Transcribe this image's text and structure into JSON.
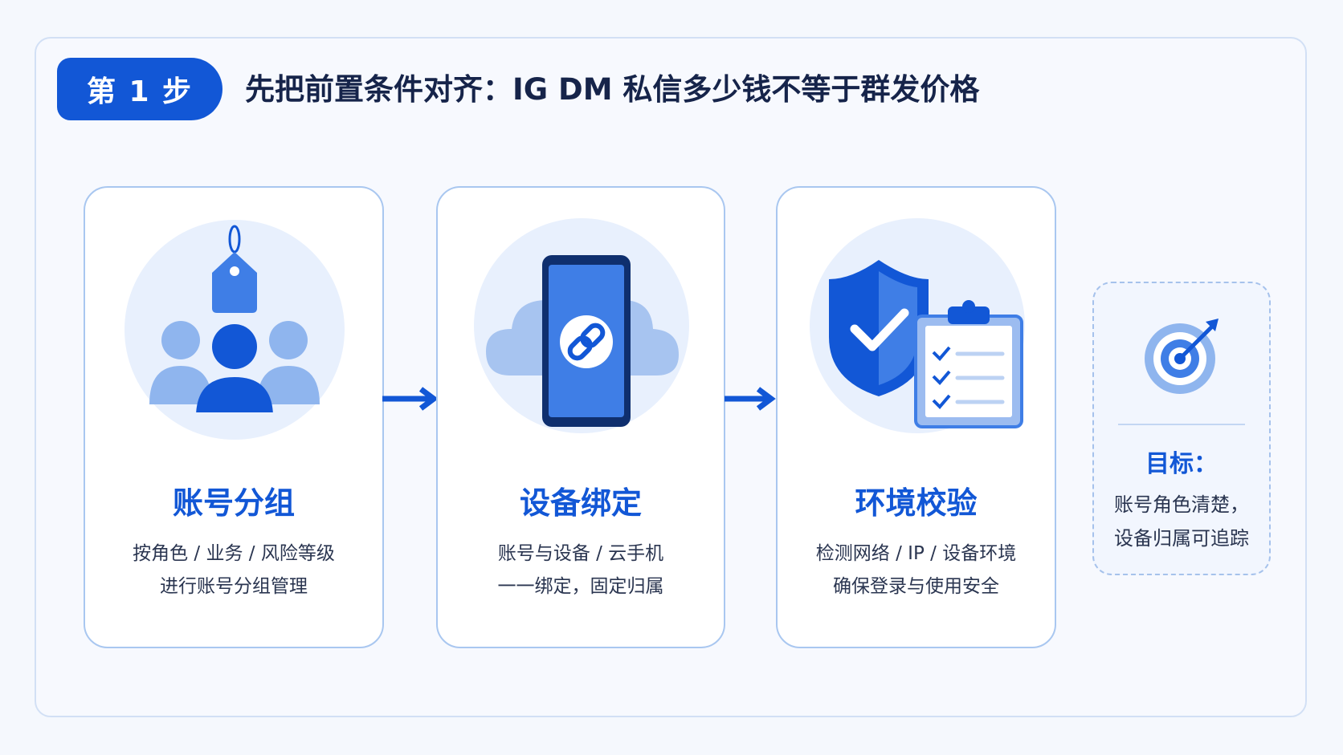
{
  "step": {
    "badge": "第 1 步",
    "headline": "先把前置条件对齐：IG DM 私信多少钱不等于群发价格"
  },
  "cards": [
    {
      "title": "账号分组",
      "line1": "按角色 / 业务 / 风险等级",
      "line2": "进行账号分组管理",
      "icon": "user-group-tag-icon"
    },
    {
      "title": "设备绑定",
      "line1": "账号与设备 / 云手机",
      "line2": "一一绑定，固定归属",
      "icon": "cloud-phone-link-icon"
    },
    {
      "title": "环境校验",
      "line1": "检测网络 / IP / 设备环境",
      "line2": "确保登录与使用安全",
      "icon": "shield-checklist-icon"
    }
  ],
  "goal": {
    "label": "目标：",
    "line1": "账号角色清楚，",
    "line2": "设备归属可追踪",
    "icon": "target-icon"
  },
  "colors": {
    "accent": "#1257d6",
    "light_blue": "#8fb5ee",
    "halo": "#e8f0fd",
    "border": "#a9c7f0"
  }
}
